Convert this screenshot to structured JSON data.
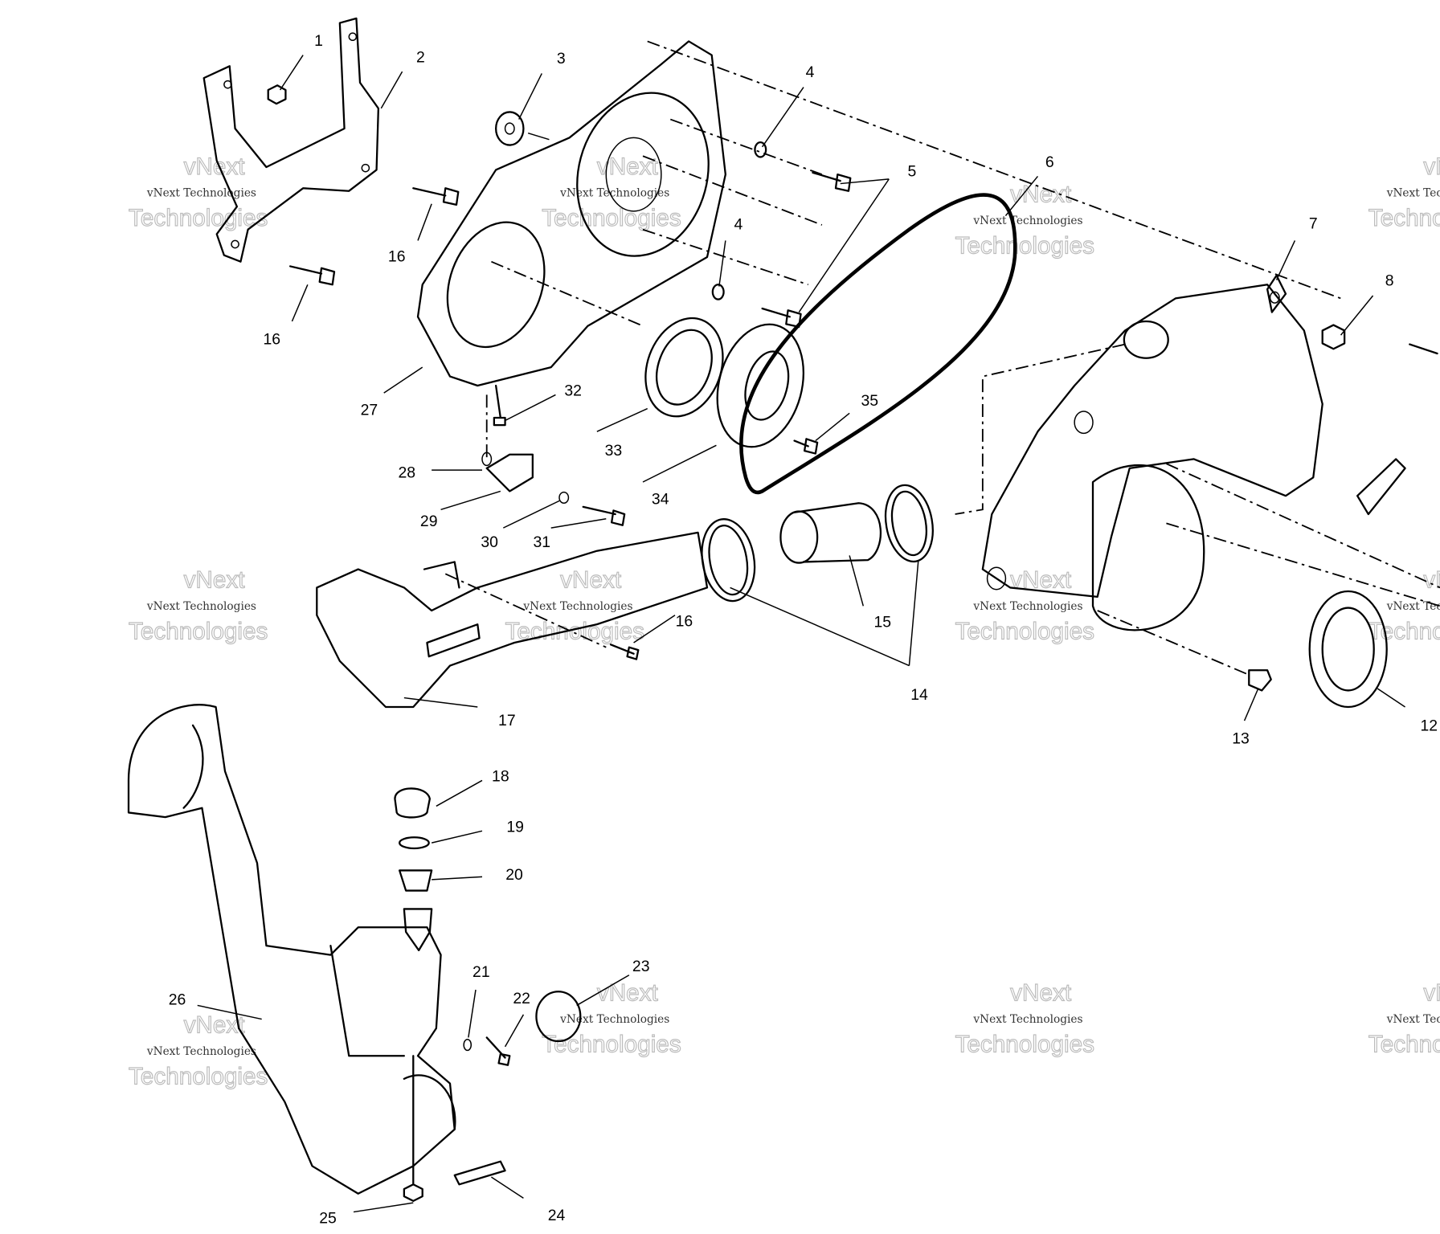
{
  "title": "Exploded parts diagram - drive cover and exhaust",
  "callouts": [
    "1",
    "2",
    "3",
    "4",
    "5",
    "6",
    "4",
    "7",
    "8",
    "16",
    "16",
    "27",
    "32",
    "33",
    "34",
    "35",
    "28",
    "29",
    "30",
    "31",
    "15",
    "16",
    "14",
    "17",
    "13",
    "12",
    "18",
    "19",
    "20",
    "21",
    "22",
    "23",
    "26",
    "25",
    "24"
  ],
  "watermark": {
    "small": "vNext Technologies",
    "big_line1": "vNext",
    "big_line2": "Technologies"
  }
}
